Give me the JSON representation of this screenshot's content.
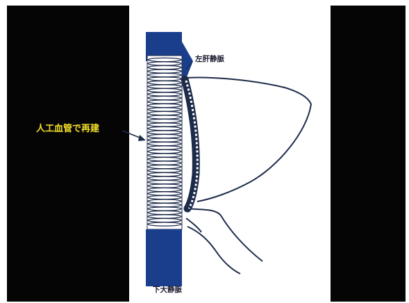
{
  "labels": {
    "graft": "人工血管で再建",
    "hepatic_vein": "左肝静脈",
    "ivc": "下大静脈"
  },
  "colors": {
    "background": "#050505",
    "panel": "#ffffff",
    "vein_blue": "#1a3e8c",
    "graft_label": "#f5e12a",
    "outline": "#1d2b4a"
  }
}
